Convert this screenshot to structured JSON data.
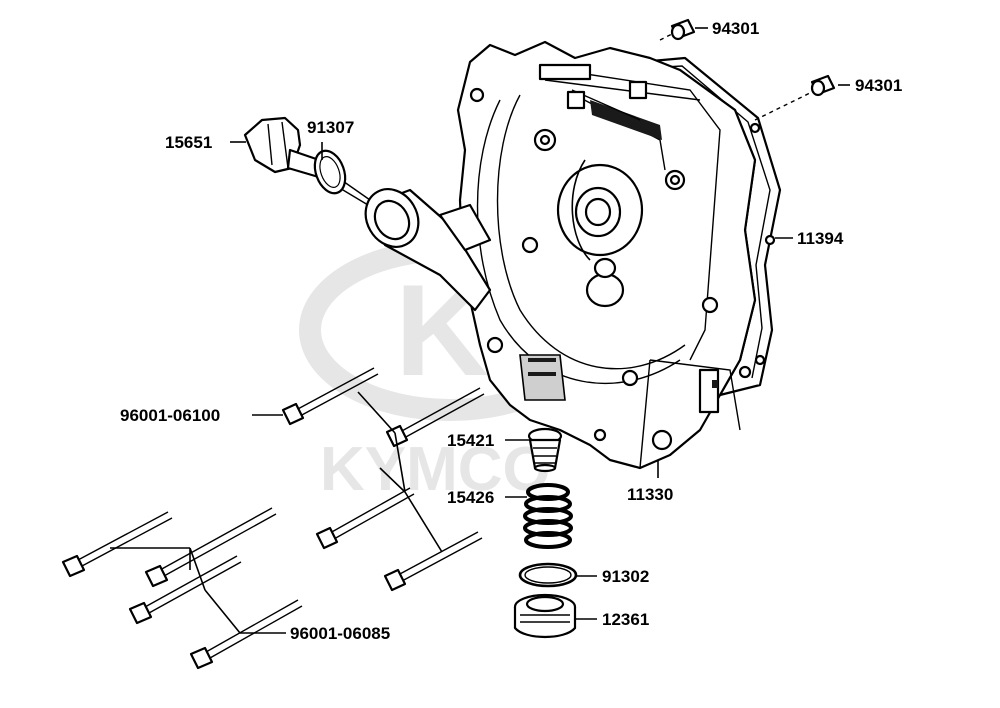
{
  "watermark": {
    "logo_letter": "K",
    "brand": "KYMCO"
  },
  "labels": {
    "p94301_top": "94301",
    "p94301_right": "94301",
    "p15651": "15651",
    "p91307": "91307",
    "p11394": "11394",
    "p96001_06100": "96001-06100",
    "p15421": "15421",
    "p11330": "11330",
    "p15426": "15426",
    "p91302": "91302",
    "p12361": "12361",
    "p96001_06085": "96001-06085"
  }
}
